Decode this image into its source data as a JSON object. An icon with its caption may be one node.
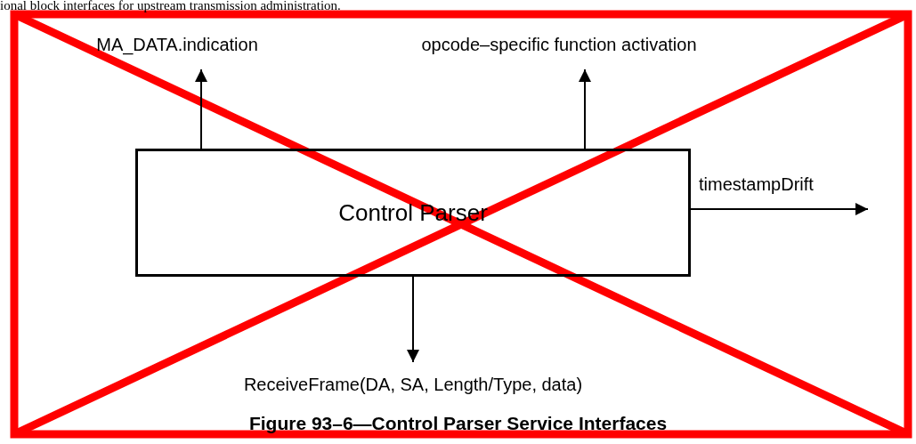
{
  "diagram": {
    "caption": "Figure 93–6—Control Parser Service Interfaces",
    "nodes": [
      {
        "text": [
          "Control Parser"
        ]
      },
      {
        "text": [
          "MA_DATA.indication"
        ]
      },
      {
        "text": [
          "opcode–specific function activation"
        ]
      },
      {
        "text": [
          "ReceiveFrame(DA, SA, Length/Type, data)"
        ]
      }
    ],
    "edges": [
      {
        "from": 0,
        "to": 1,
        "arrow": "to"
      },
      {
        "from": 0,
        "to": 2,
        "arrow": "to"
      },
      {
        "from": 0,
        "to": null,
        "arrow": "to",
        "label": "timestampDrift"
      },
      {
        "from": 0,
        "to": 3,
        "arrow": "to"
      }
    ],
    "labels": [
      "ional block interfaces for upstream transmission administration."
    ]
  }
}
